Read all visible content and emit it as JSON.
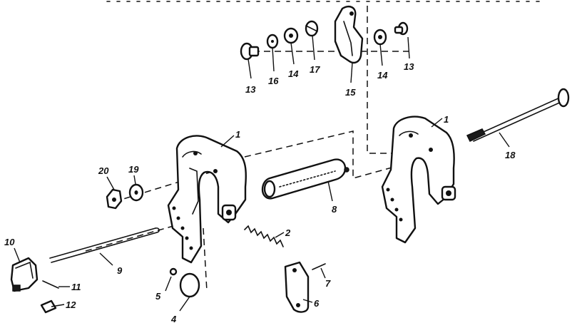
{
  "diagram": {
    "labels": {
      "p1a": "1",
      "p1b": "1",
      "p2": "2",
      "p4": "4",
      "p5": "5",
      "p6": "6",
      "p7": "7",
      "p8": "8",
      "p9": "9",
      "p10": "10",
      "p11": "11",
      "p12": "12",
      "p13a": "13",
      "p13b": "13",
      "p14a": "14",
      "p14b": "14",
      "p15": "15",
      "p16": "16",
      "p17": "17",
      "p18": "18",
      "p19": "19",
      "p20": "20"
    }
  }
}
